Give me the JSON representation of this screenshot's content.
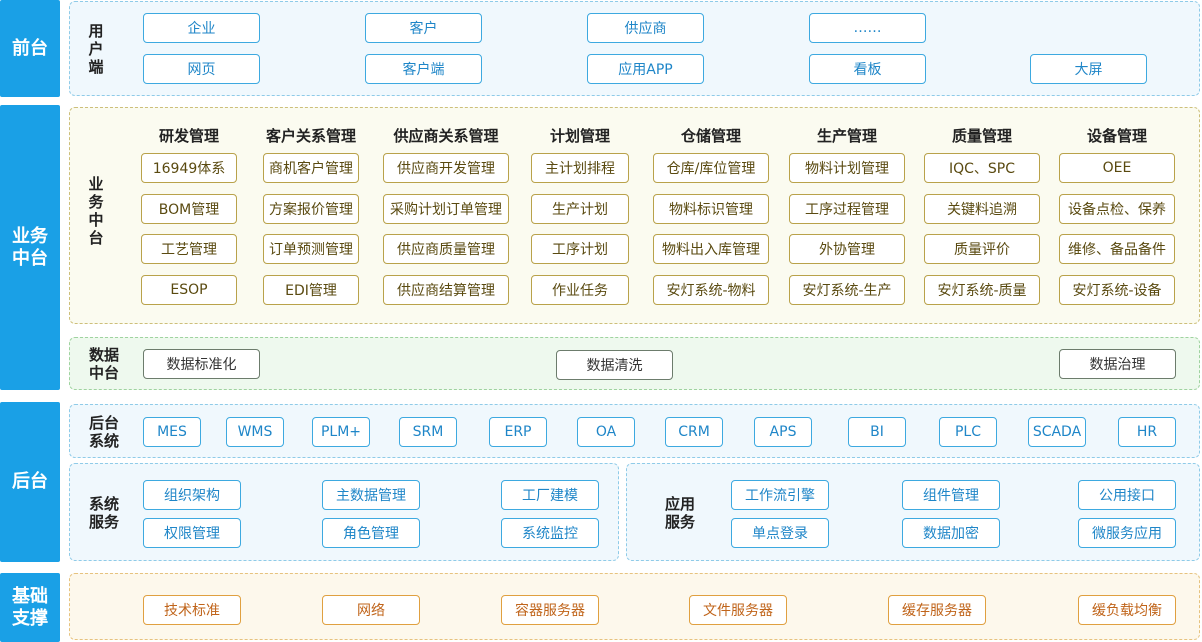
{
  "sides": {
    "front": "前台",
    "middle": "业务\n中台",
    "back": "后台",
    "base": "基础\n支撑"
  },
  "user_end": {
    "label": "用\n户\n端",
    "row1": [
      "企业",
      "客户",
      "供应商",
      "……"
    ],
    "row2": [
      "网页",
      "客户端",
      "应用APP",
      "看板",
      "大屏"
    ]
  },
  "business": {
    "label": "业\n务\n中\n台",
    "columns": [
      {
        "head": "研发管理",
        "items": [
          "16949体系",
          "BOM管理",
          "工艺管理",
          "ESOP"
        ]
      },
      {
        "head": "客户关系管理",
        "items": [
          "商机客户管理",
          "方案报价管理",
          "订单预测管理",
          "EDI管理"
        ]
      },
      {
        "head": "供应商关系管理",
        "items": [
          "供应商开发管理",
          "采购计划订单管理",
          "供应商质量管理",
          "供应商结算管理"
        ]
      },
      {
        "head": "计划管理",
        "items": [
          "主计划排程",
          "生产计划",
          "工序计划",
          "作业任务"
        ]
      },
      {
        "head": "仓储管理",
        "items": [
          "仓库/库位管理",
          "物料标识管理",
          "物料出入库管理",
          "安灯系统-物料"
        ]
      },
      {
        "head": "生产管理",
        "items": [
          "物料计划管理",
          "工序过程管理",
          "外协管理",
          "安灯系统-生产"
        ]
      },
      {
        "head": "质量管理",
        "items": [
          "IQC、SPC",
          "关键料追溯",
          "质量评价",
          "安灯系统-质量"
        ]
      },
      {
        "head": "设备管理",
        "items": [
          "OEE",
          "设备点检、保养",
          "维修、备品备件",
          "安灯系统-设备"
        ]
      }
    ]
  },
  "data_mid": {
    "label": "数据\n中台",
    "items": [
      "数据标准化",
      "数据清洗",
      "数据治理"
    ]
  },
  "backend": {
    "label": "后台\n系统",
    "items": [
      "MES",
      "WMS",
      "PLM+",
      "SRM",
      "ERP",
      "OA",
      "CRM",
      "APS",
      "BI",
      "PLC",
      "SCADA",
      "HR"
    ]
  },
  "sys_service": {
    "label": "系统\n服务",
    "row1": [
      "组织架构",
      "主数据管理",
      "工厂建模"
    ],
    "row2": [
      "权限管理",
      "角色管理",
      "系统监控"
    ]
  },
  "app_service": {
    "label": "应用\n服务",
    "row1": [
      "工作流引擎",
      "组件管理",
      "公用接口"
    ],
    "row2": [
      "单点登录",
      "数据加密",
      "微服务应用"
    ]
  },
  "base_support": {
    "items": [
      "技术标准",
      "网络",
      "容器服务器",
      "文件服务器",
      "缓存服务器",
      "缓负载均衡"
    ]
  },
  "colors": {
    "side": "#1aa0e6",
    "blue_border": "#3da9e0",
    "yellow_border": "#b9a24a",
    "orange_text": "#c0641a"
  }
}
